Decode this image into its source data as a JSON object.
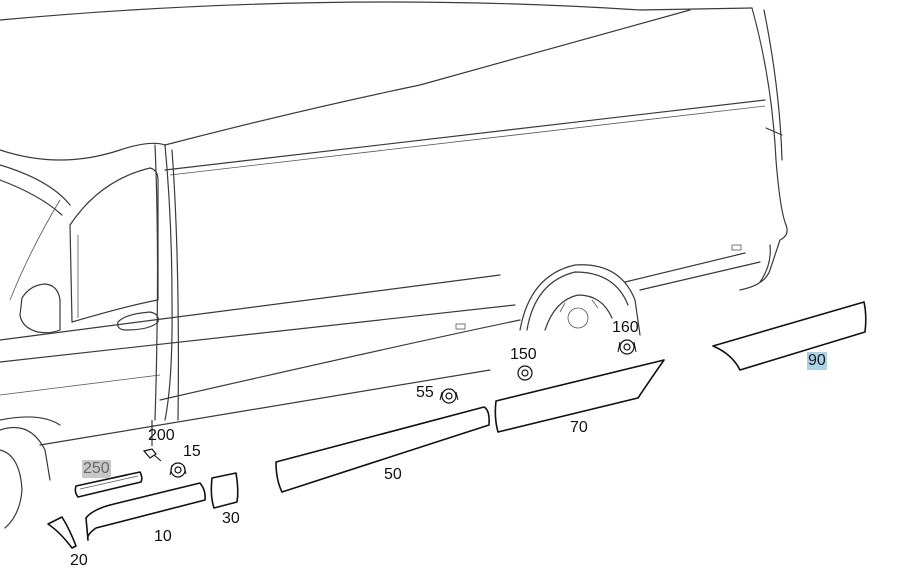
{
  "callouts": [
    {
      "id": "10",
      "label": "10"
    },
    {
      "id": "15",
      "label": "15"
    },
    {
      "id": "20",
      "label": "20"
    },
    {
      "id": "30",
      "label": "30"
    },
    {
      "id": "50",
      "label": "50"
    },
    {
      "id": "55",
      "label": "55"
    },
    {
      "id": "70",
      "label": "70"
    },
    {
      "id": "90",
      "label": "90",
      "highlight": "blue"
    },
    {
      "id": "150",
      "label": "150"
    },
    {
      "id": "160",
      "label": "160"
    },
    {
      "id": "200",
      "label": "200"
    },
    {
      "id": "250",
      "label": "250",
      "highlight": "grey"
    }
  ],
  "colors": {
    "line": "#111111",
    "highlight_blue": "#a9d3ea",
    "highlight_grey": "#c8c8c8"
  }
}
